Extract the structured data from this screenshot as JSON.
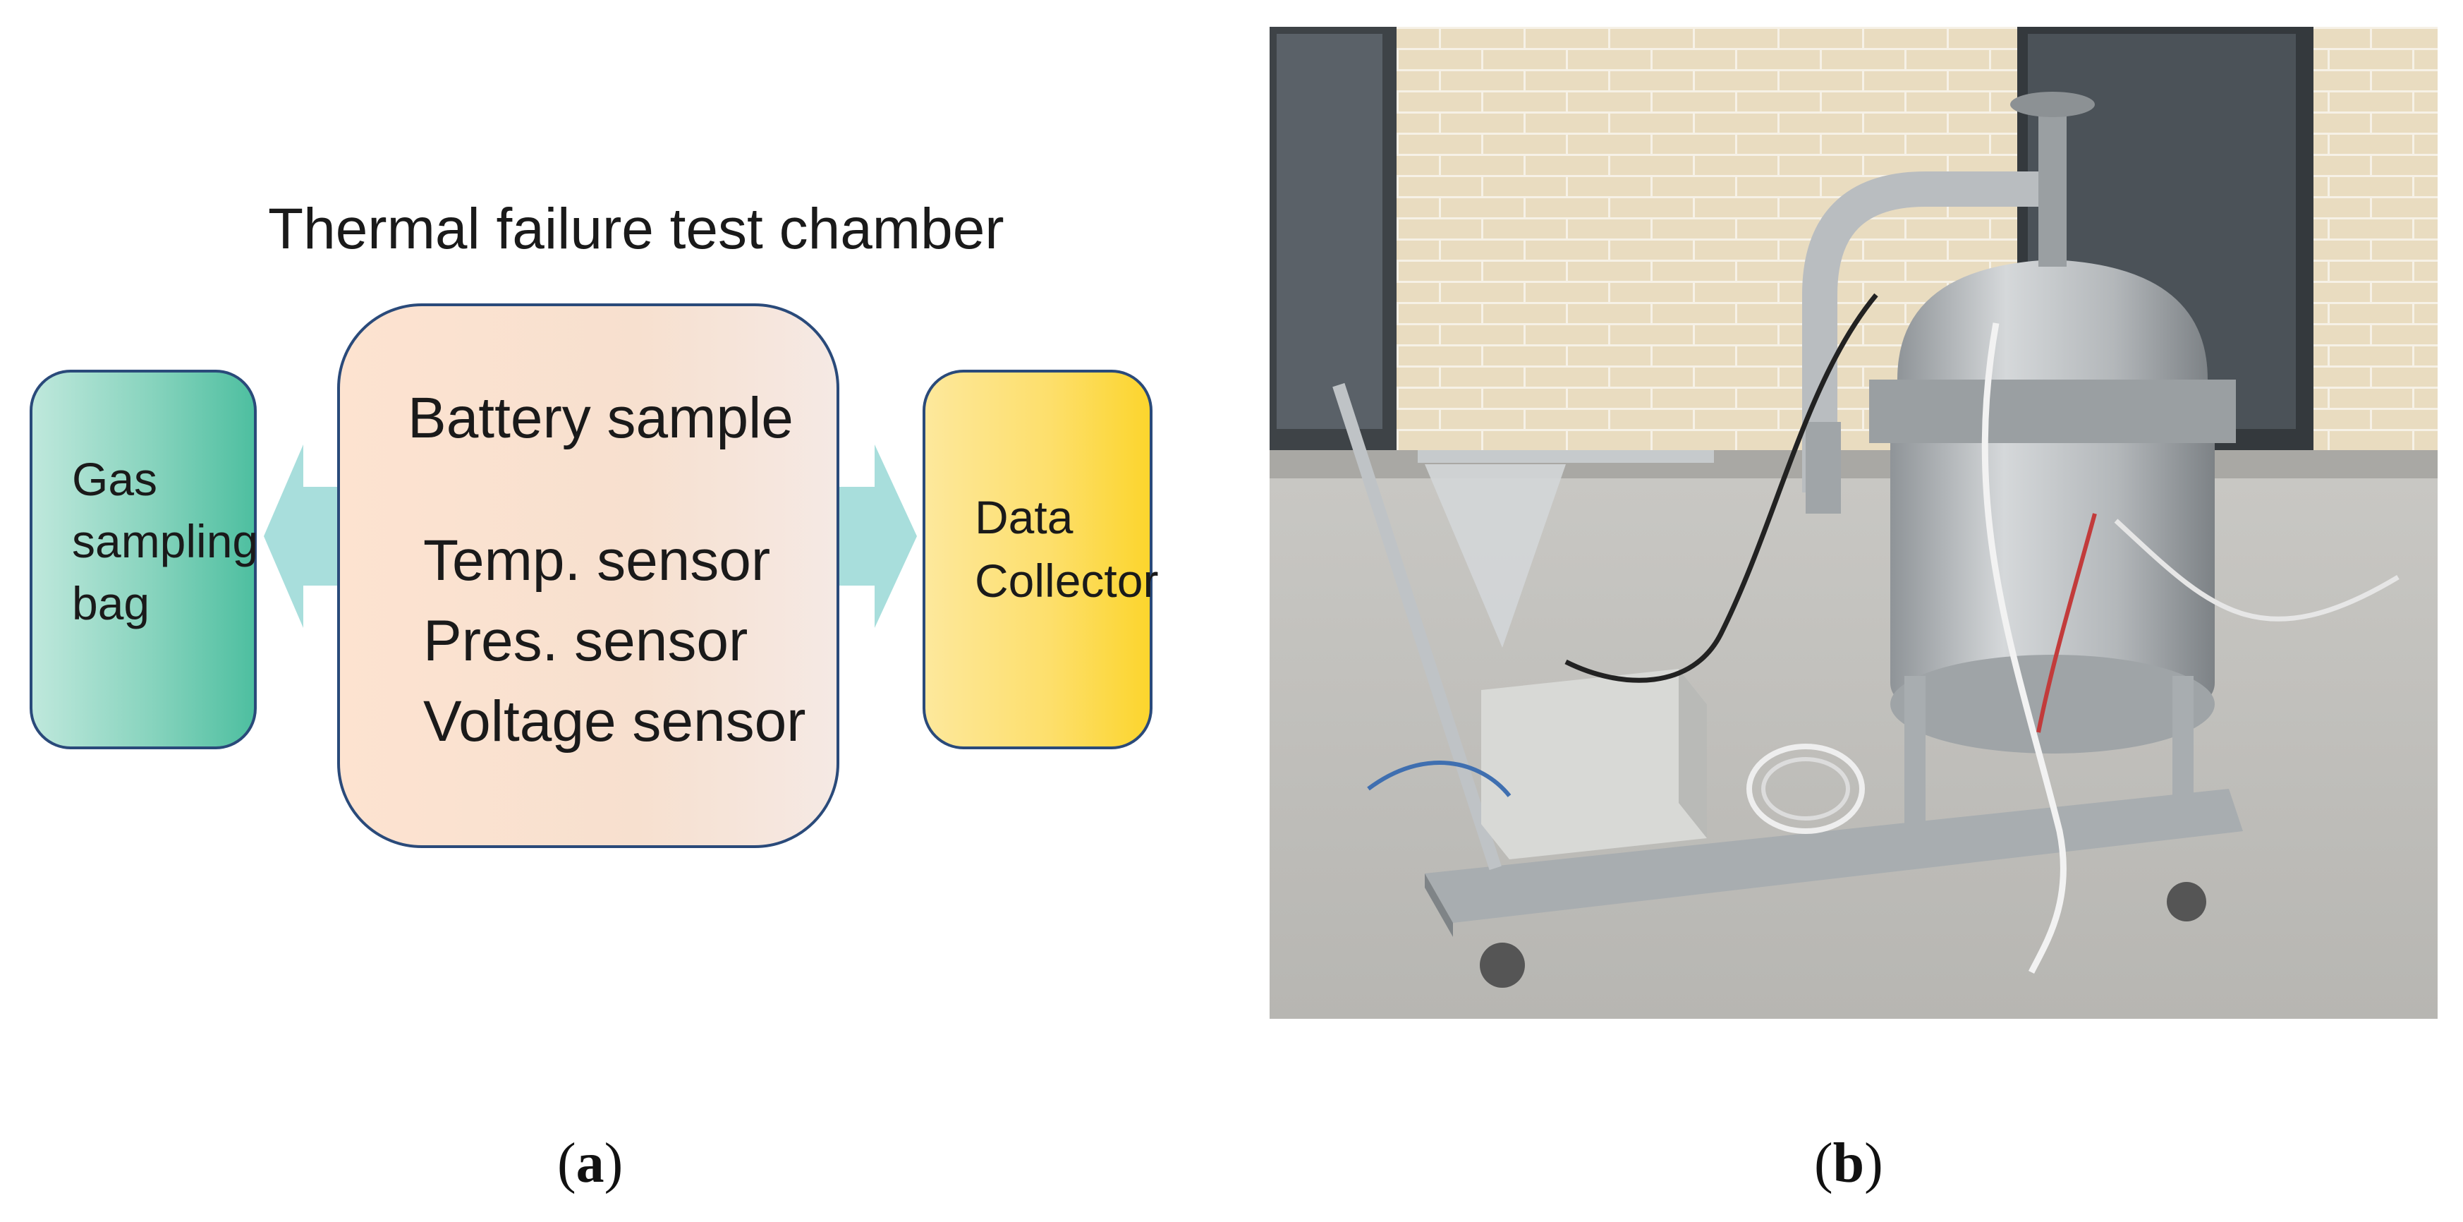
{
  "diagram": {
    "title": "Thermal failure test chamber",
    "gas_box": {
      "lines": [
        "Gas",
        "sampling",
        "bag"
      ]
    },
    "battery_box": {
      "title": "Battery sample",
      "sensors": [
        "Temp. sensor",
        "Pres. sensor",
        "Voltage sensor"
      ]
    },
    "data_box": {
      "lines": [
        "Data",
        "Collector"
      ]
    },
    "colors": {
      "gas_box": "#6fcbb1",
      "battery_box": "#fbe4d5",
      "data_box": "#fddc58",
      "arrow": "#a8dedc",
      "border": "#2a4a7a"
    }
  },
  "captions": {
    "a": {
      "open": "(",
      "letter": "a",
      "close": ")"
    },
    "b": {
      "open": "(",
      "letter": "b",
      "close": ")"
    }
  }
}
